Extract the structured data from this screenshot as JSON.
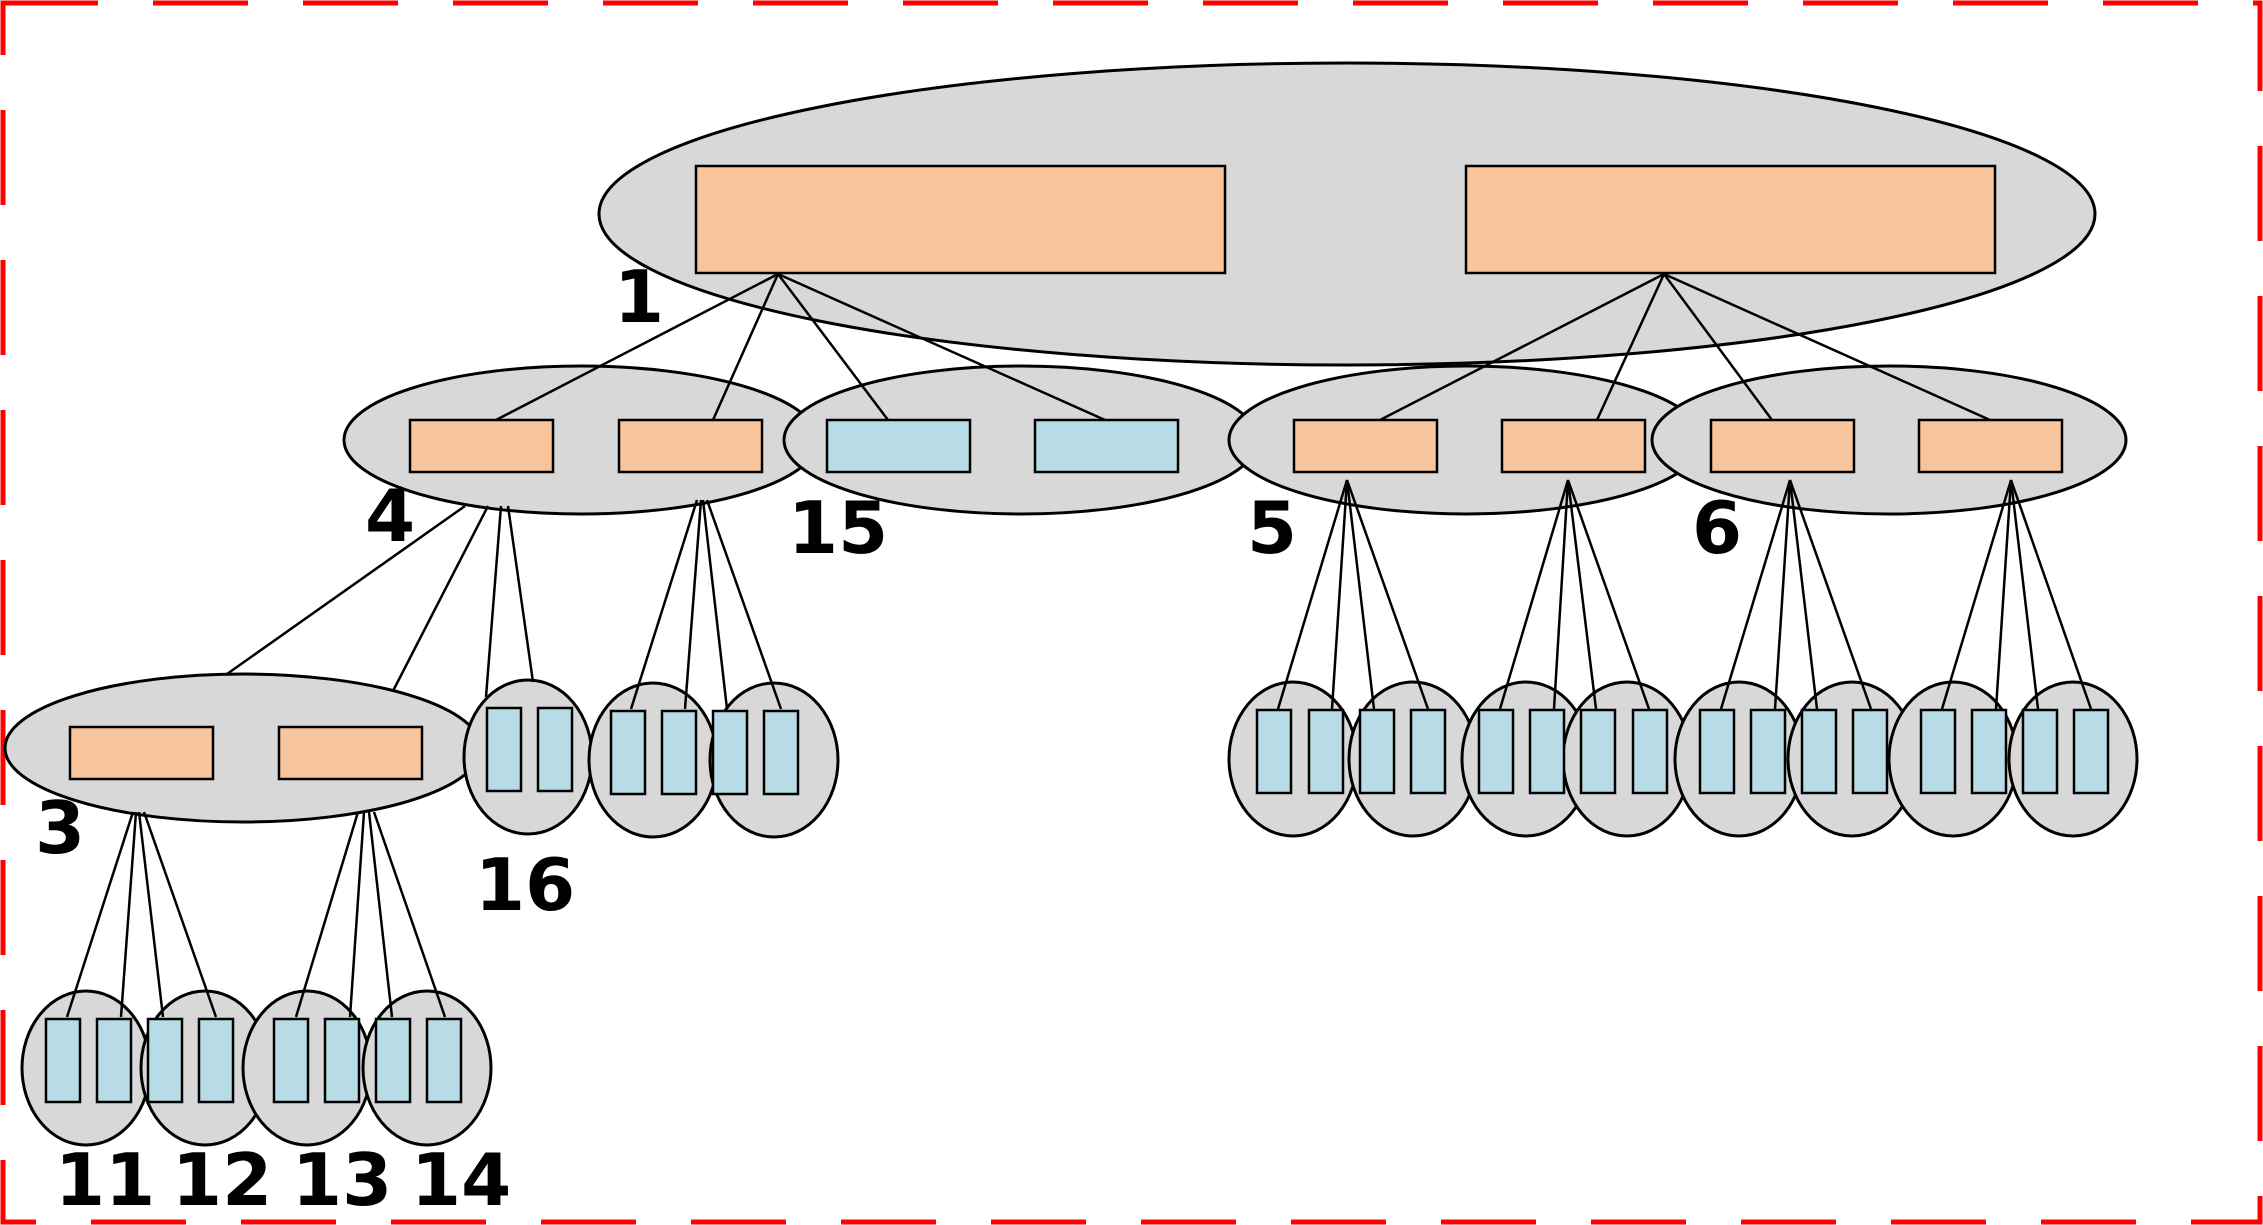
{
  "diagram": {
    "labels": {
      "n1": "1",
      "n3": "3",
      "n4": "4",
      "n5": "5",
      "n6": "6",
      "n11": "11",
      "n12": "12",
      "n13": "13",
      "n14": "14",
      "n15": "15",
      "n16": "16"
    },
    "colors": {
      "node_fill": "#d8d8d8",
      "inner_node_key": "#f8c49c",
      "leaf_key": "#b8dce6",
      "frame": "#ff0000"
    }
  }
}
